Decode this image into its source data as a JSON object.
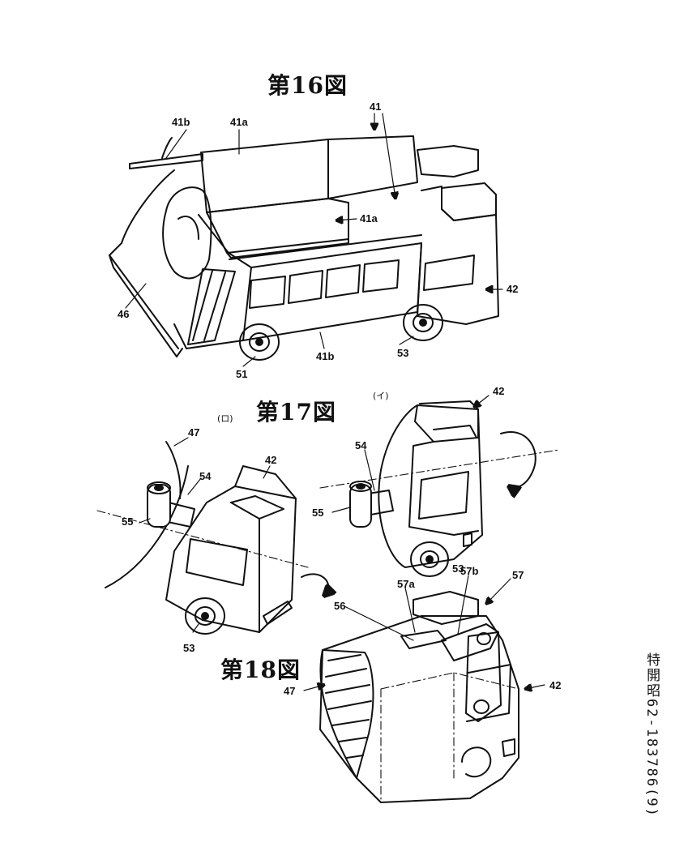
{
  "figures": {
    "fig16": {
      "title": "第16図"
    },
    "fig17": {
      "title": "第17図",
      "sub_i": "(イ)",
      "sub_ro": "(ロ)"
    },
    "fig18": {
      "title": "第18図"
    }
  },
  "labels": {
    "l41": "41",
    "l41a_1": "41a",
    "l41a_2": "41a",
    "l41b_1": "41b",
    "l41b_2": "41b",
    "l42_16": "42",
    "l46": "46",
    "l51": "51",
    "l53_16": "53",
    "l42_17i": "42",
    "l54_17i": "54",
    "l55_17i": "55",
    "l53_17i": "53",
    "l47_17ro": "47",
    "l54_17ro": "54",
    "l55_17ro": "55",
    "l42_17ro": "42",
    "l53_17ro": "53",
    "l56": "56",
    "l57a": "57a",
    "l57b": "57b",
    "l57": "57",
    "l47_18": "47",
    "l42_18": "42"
  },
  "publication_number": "特開昭62-183786(9)"
}
